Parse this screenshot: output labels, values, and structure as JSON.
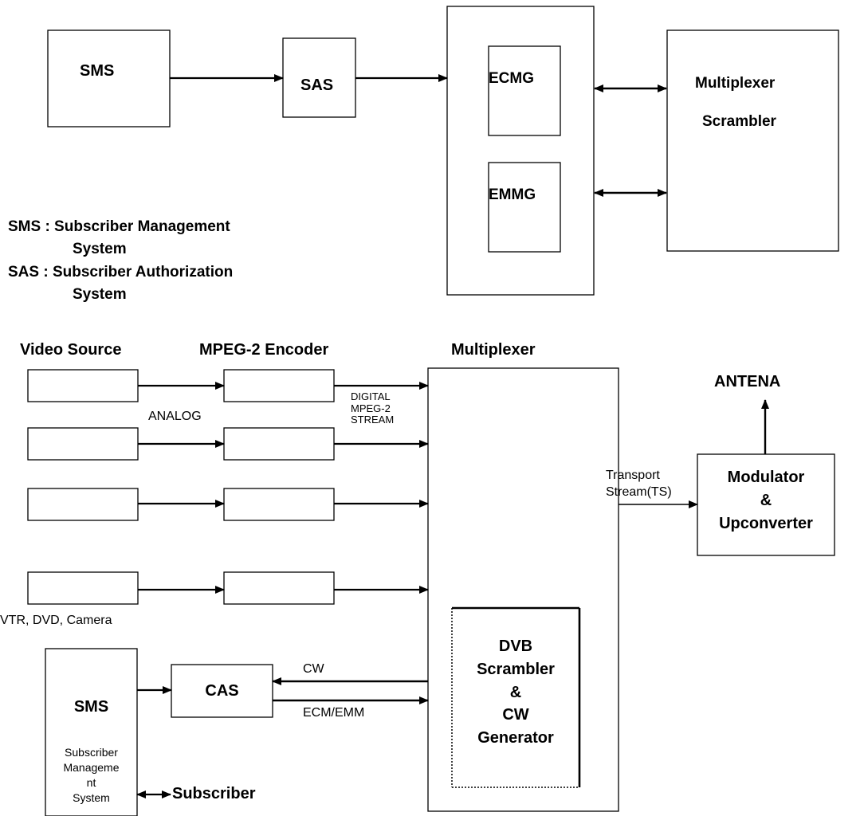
{
  "top": {
    "sms": "SMS",
    "sas": "SAS",
    "ecmg": "ECMG",
    "emmg": "EMMG",
    "mux_line1": "Multiplexer",
    "mux_line2": "Scrambler"
  },
  "legend": {
    "line1": "SMS : Subscriber Management",
    "line2": "System",
    "line3": "SAS : Subscriber Authorization",
    "line4": "System"
  },
  "bottom": {
    "video_source": "Video Source",
    "mpeg_encoder": "MPEG-2 Encoder",
    "multiplexer": "Multiplexer",
    "analog": "ANALOG",
    "digital_line1": "DIGITAL",
    "digital_line2": "MPEG-2",
    "digital_line3": "STREAM",
    "sources_caption": "VTR, DVD, Camera",
    "antena": "ANTENA",
    "ts_line1": "Transport",
    "ts_line2": "Stream(TS)",
    "modulator_line1": "Modulator",
    "modulator_line2": "&",
    "modulator_line3": "Upconverter",
    "dvb_line1": "DVB",
    "dvb_line2": "Scrambler",
    "dvb_line3": "&",
    "dvb_line4": "CW",
    "dvb_line5": "Generator",
    "cas": "CAS",
    "cw": "CW",
    "ecm_emm": "ECM/EMM",
    "sms": "SMS",
    "sms_sub1": "Subscriber",
    "sms_sub2": "Manageme",
    "sms_sub3": "nt",
    "sms_sub4": "System",
    "subscriber": "Subscriber"
  }
}
